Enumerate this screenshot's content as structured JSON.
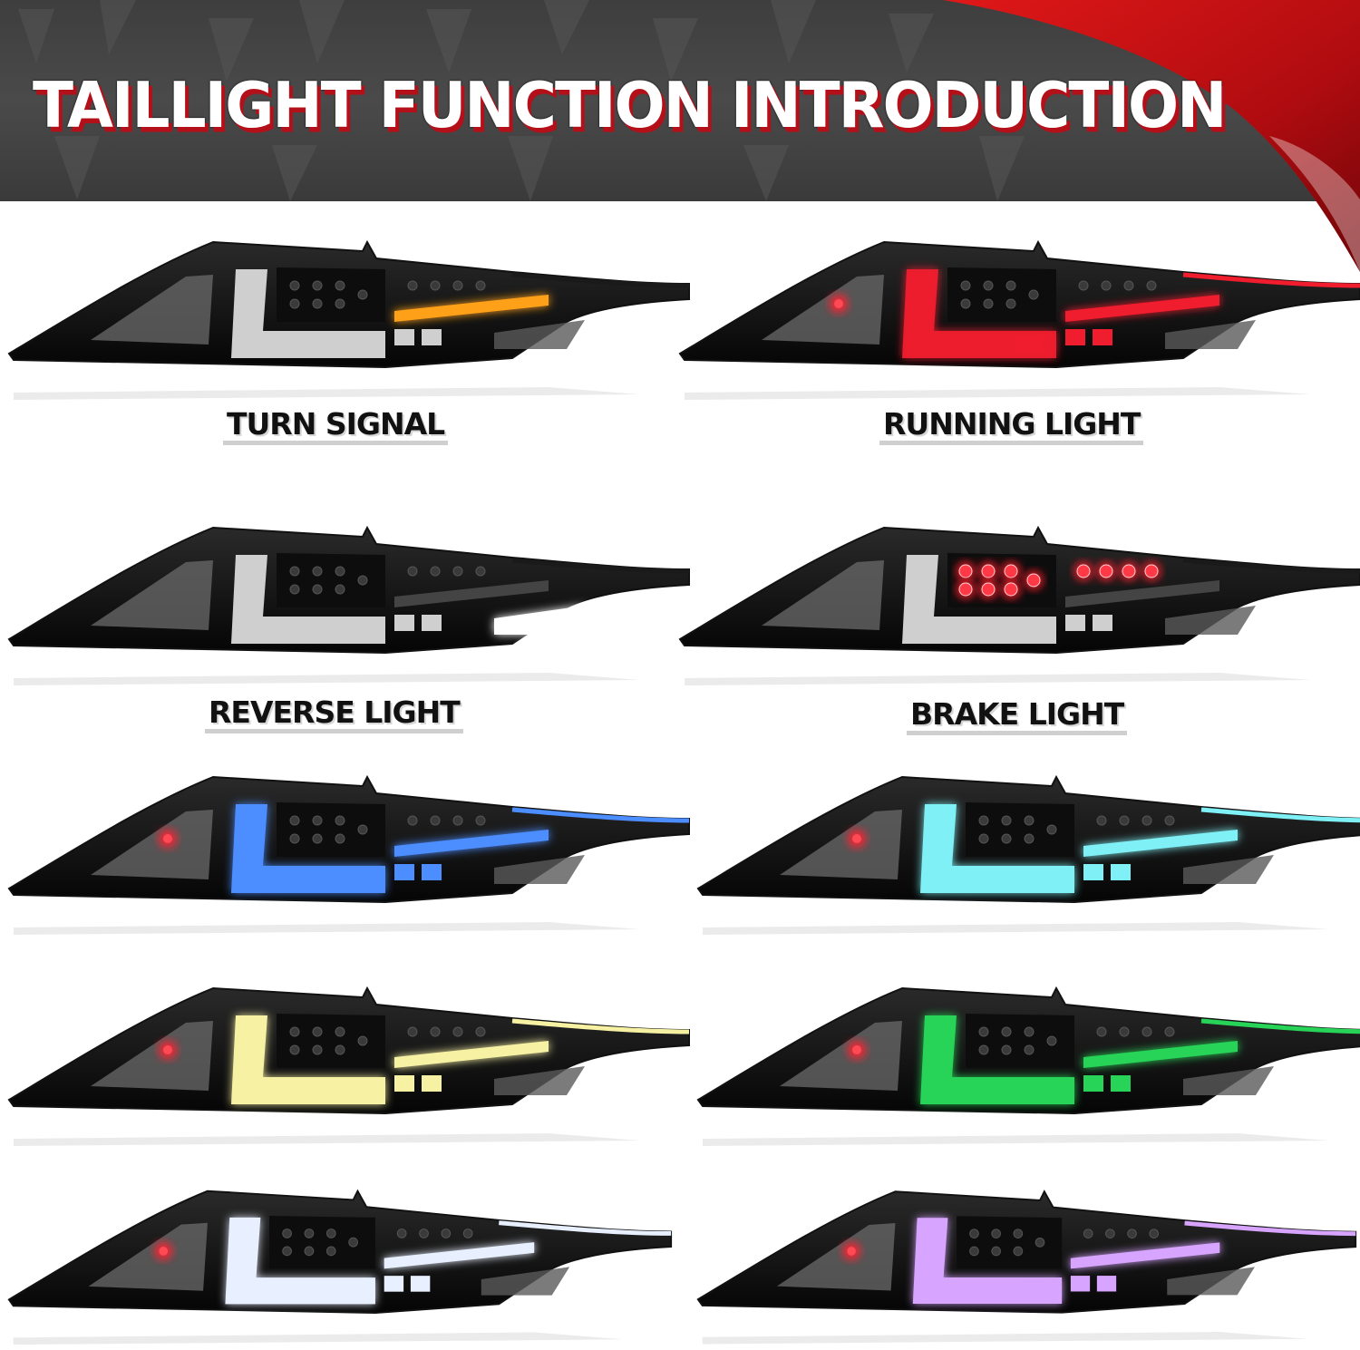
{
  "header": {
    "title": "TAILLIGHT FUNCTION INTRODUCTION"
  },
  "panels": [
    {
      "label": "TURN SIGNAL",
      "lit": "turn",
      "glow": "#ffa019"
    },
    {
      "label": "RUNNING LIGHT",
      "lit": "running",
      "glow": "#ef1d2e"
    },
    {
      "label": "REVERSE LIGHT",
      "lit": "reverse",
      "glow": "#ffffff"
    },
    {
      "label": "BRAKE LIGHT",
      "lit": "brake",
      "glow": "#ff2030"
    },
    {
      "label": "",
      "lit": "color",
      "glow": "#4c8dff"
    },
    {
      "label": "",
      "lit": "color",
      "glow": "#7ff0f5"
    },
    {
      "label": "",
      "lit": "color",
      "glow": "#f7f2a3"
    },
    {
      "label": "",
      "lit": "color",
      "glow": "#27d457"
    },
    {
      "label": "",
      "lit": "color",
      "glow": "#e8f0ff"
    },
    {
      "label": "",
      "lit": "color",
      "glow": "#d7a4ff"
    }
  ]
}
